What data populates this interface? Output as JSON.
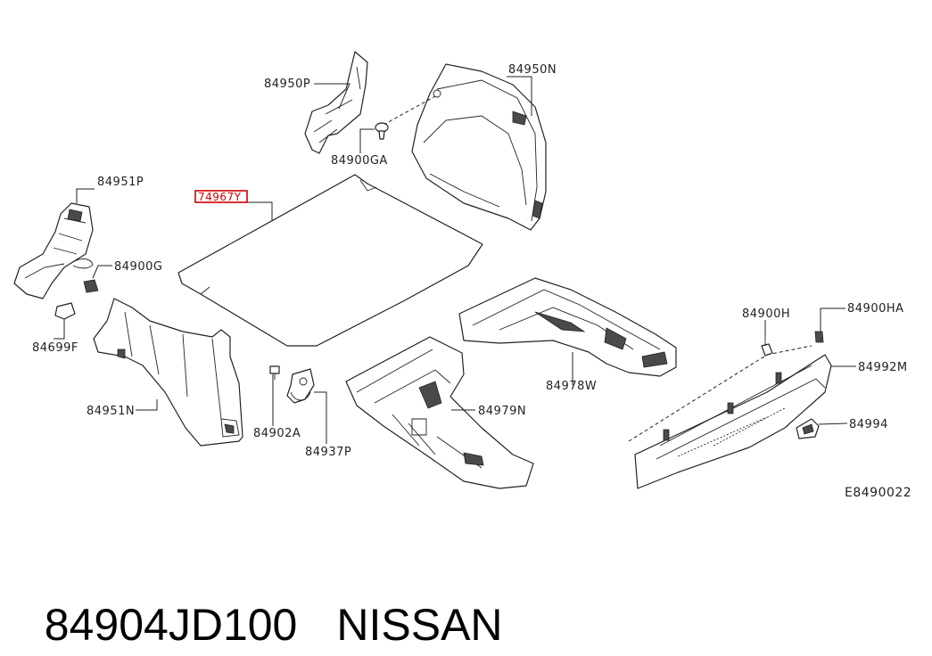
{
  "labels": {
    "p84950P": "84950P",
    "p84950N": "84950N",
    "p84900GA": "84900GA",
    "p84951P": "84951P",
    "p74967Y": "74967Y",
    "p84900G": "84900G",
    "p84699F": "84699F",
    "p84951N": "84951N",
    "p84902A": "84902A",
    "p84937P": "84937P",
    "p84979N": "84979N",
    "p84978W": "84978W",
    "p84900H": "84900H",
    "p84900HA": "84900HA",
    "p84992M": "84992M",
    "p84994": "84994",
    "ref": "E8490022"
  },
  "caption": {
    "part_number": "84904JD100",
    "brand": "NISSAN"
  },
  "colors": {
    "highlight": "#d00000",
    "line": "#222222"
  }
}
